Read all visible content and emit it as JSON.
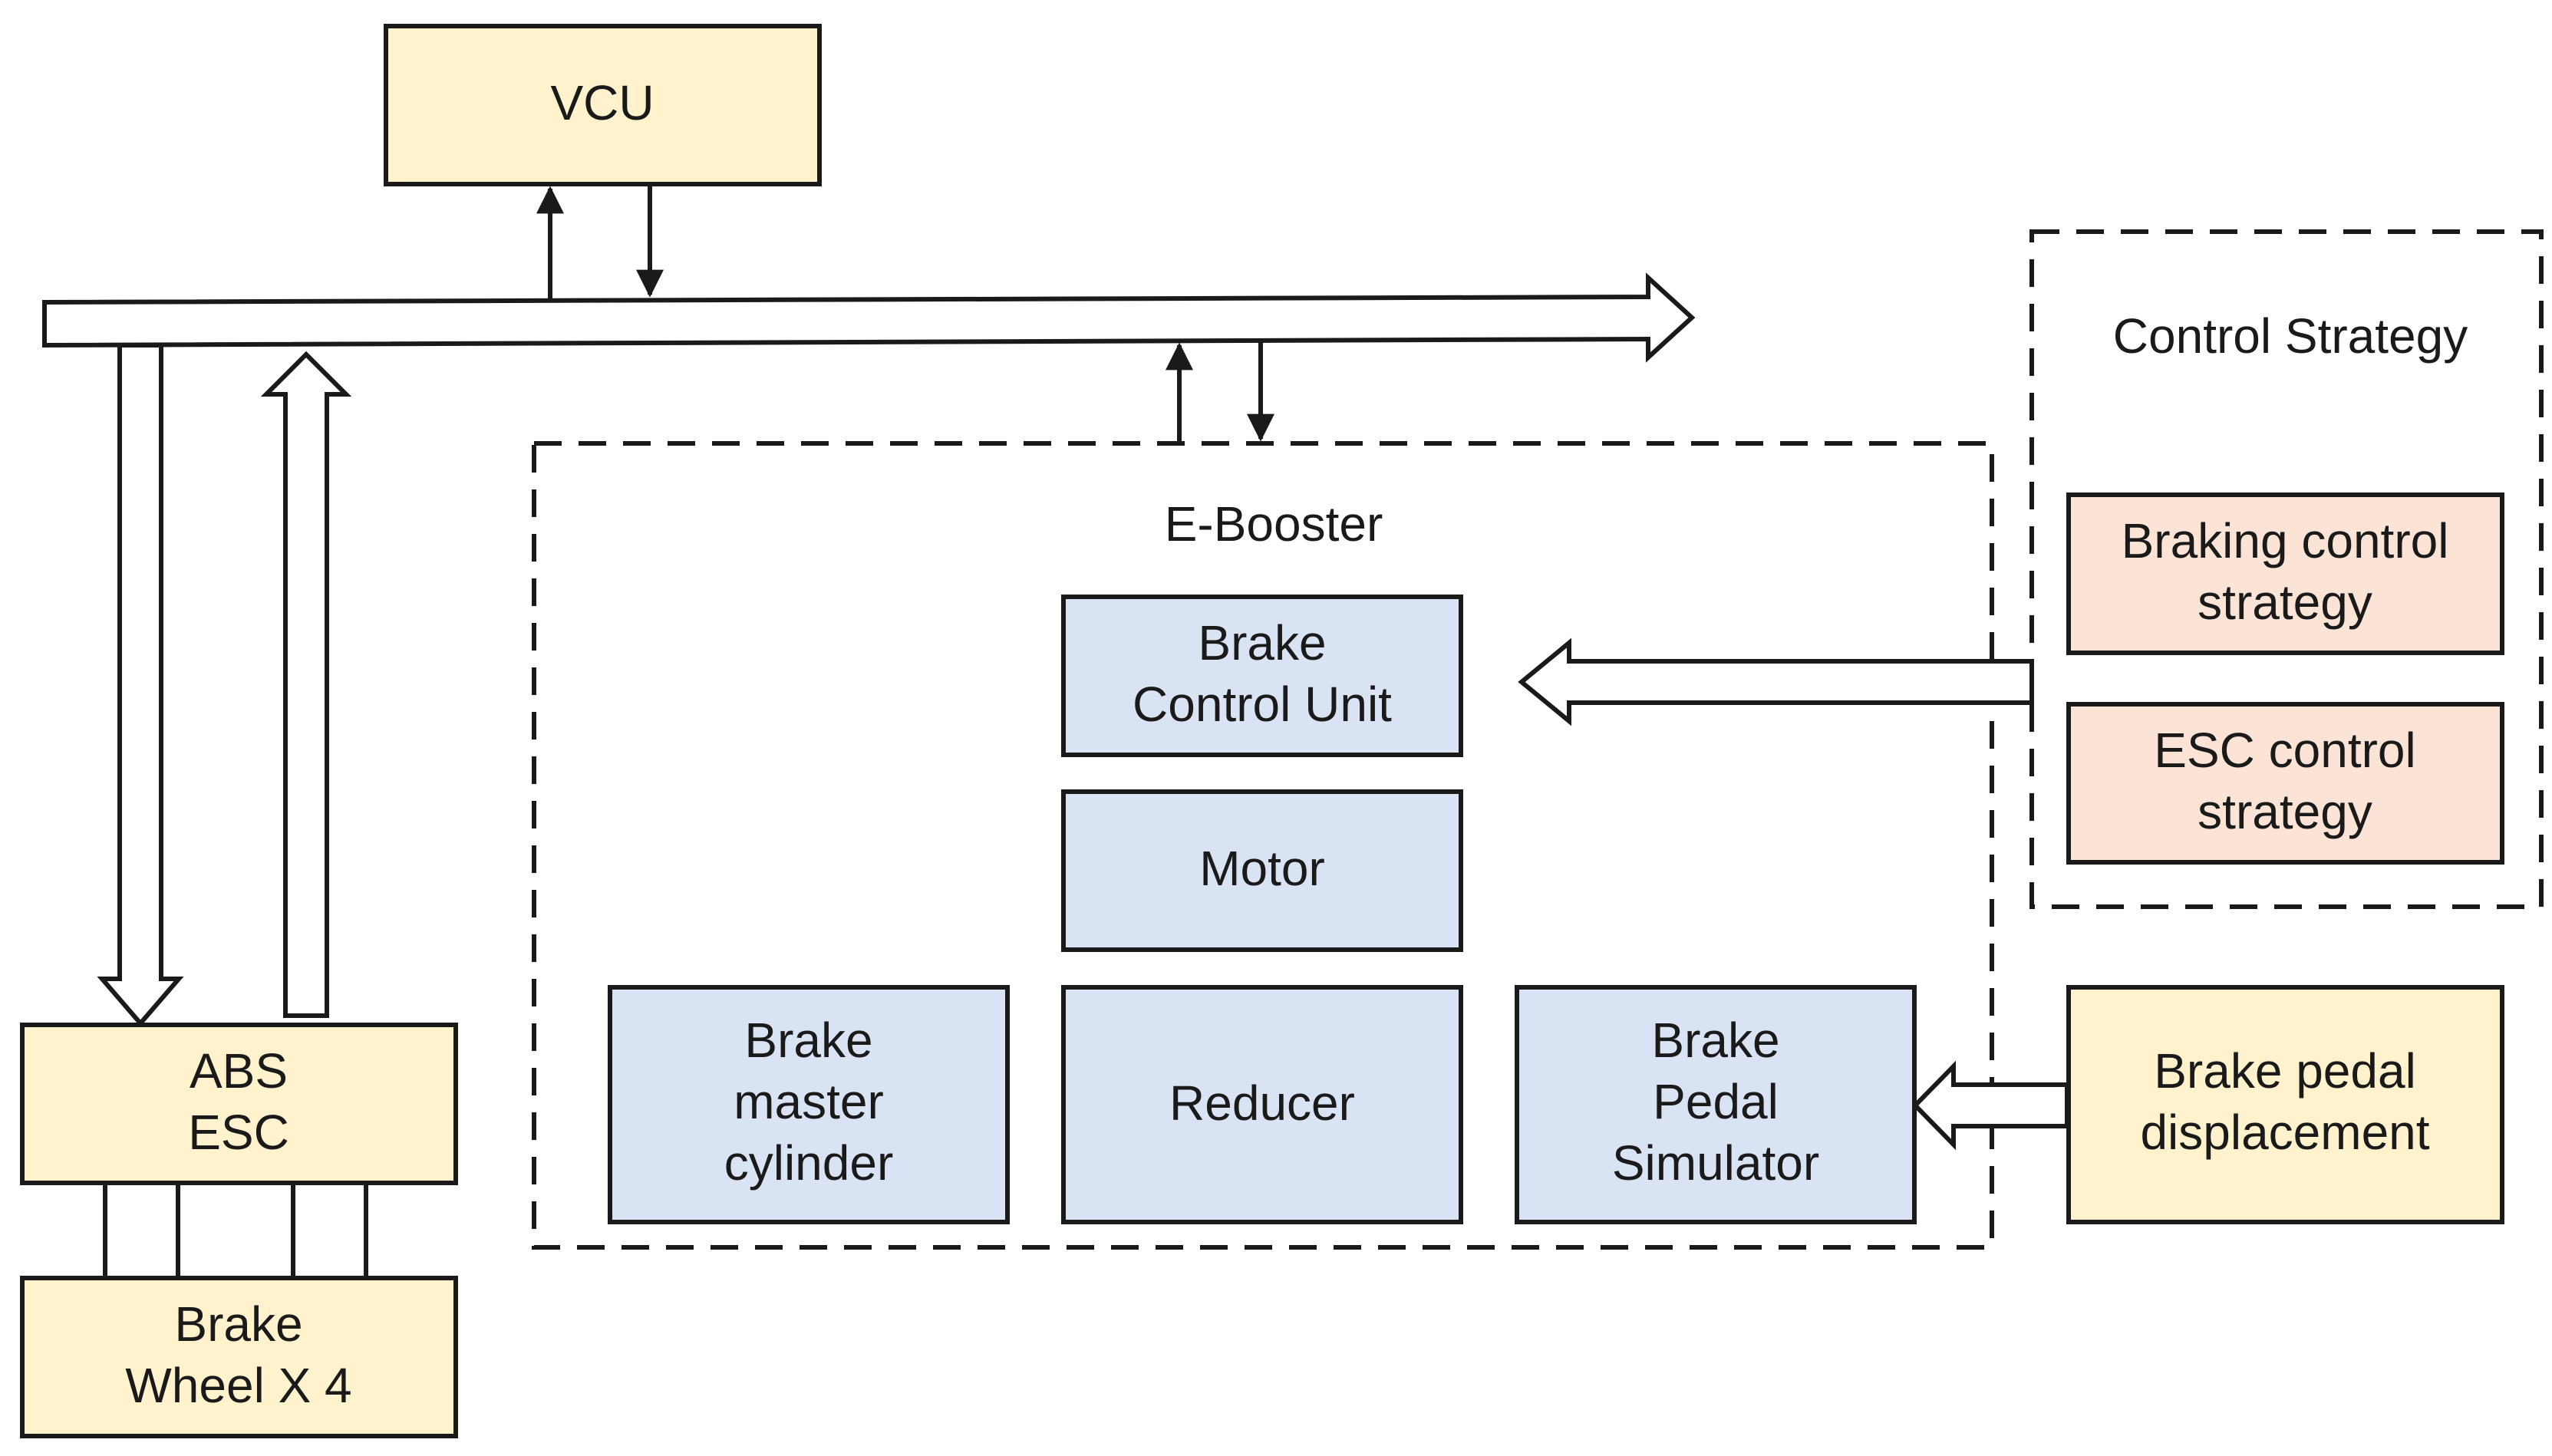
{
  "colors": {
    "yellow_fill": "#FFF2CC",
    "blue_fill": "#DAE3F3",
    "peach_fill": "#FBE3D6",
    "stroke": "#1a1a1a"
  },
  "blocks": {
    "vcu": {
      "lines": [
        "VCU"
      ]
    },
    "abs_esc": {
      "lines": [
        "ABS",
        "ESC"
      ]
    },
    "brake_wheel": {
      "lines": [
        "Brake",
        "Wheel X 4"
      ]
    },
    "brake_control_unit": {
      "lines": [
        "Brake",
        "Control Unit"
      ]
    },
    "motor": {
      "lines": [
        "Motor"
      ]
    },
    "brake_master_cylinder": {
      "lines": [
        "Brake",
        "master",
        "cylinder"
      ]
    },
    "reducer": {
      "lines": [
        "Reducer"
      ]
    },
    "brake_pedal_simulator": {
      "lines": [
        "Brake",
        "Pedal",
        "Simulator"
      ]
    },
    "braking_control_strategy": {
      "lines": [
        "Braking control",
        "strategy"
      ]
    },
    "esc_control_strategy": {
      "lines": [
        "ESC control",
        "strategy"
      ]
    },
    "brake_pedal_displacement": {
      "lines": [
        "Brake pedal",
        "displacement"
      ]
    }
  },
  "groups": {
    "e_booster": {
      "title": "E-Booster"
    },
    "control_strategy": {
      "title": "Control Strategy"
    }
  }
}
